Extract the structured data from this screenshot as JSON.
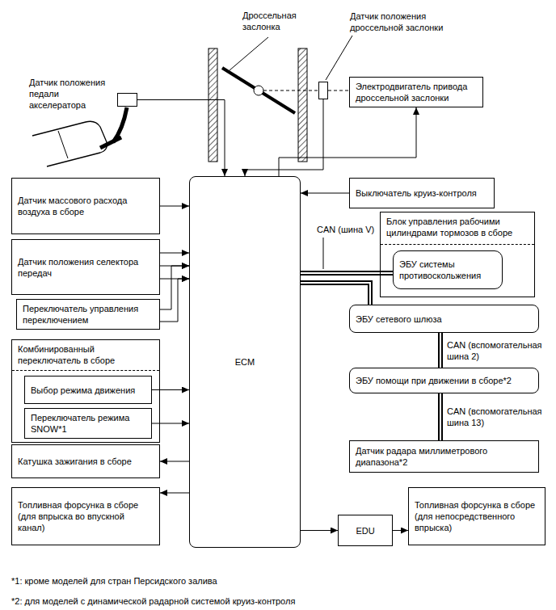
{
  "diagram": {
    "nodes": [
      {
        "text": [
          "Датчик положения дроссельной заслонки"
        ]
      },
      {
        "text": [
          "Электродвигатель привода дроссельной заслонки"
        ]
      },
      {
        "text": [
          "Датчик положения педали акселератора"
        ]
      },
      {
        "text": [
          "Датчик массового расхода воздуха в сборе"
        ]
      },
      {
        "text": [
          "Выключатель круиз-контроля"
        ]
      },
      {
        "text": [
          "ECM"
        ]
      },
      {
        "text": [
          "Блок управления рабочими цилиндрами тормозов в сборе"
        ]
      },
      {
        "text": [
          "ЭБУ системы противоскольжения"
        ],
        "in": 6
      },
      {
        "text": [
          "Датчик положения селектора передач"
        ]
      },
      {
        "text": [
          "Переключатель управления переключением"
        ]
      },
      {
        "text": [
          "ЭБУ сетевого шлюза"
        ]
      },
      {
        "text": [
          "Комбинированный переключатель в сборе"
        ]
      },
      {
        "text": [
          "Выбор режима движения"
        ],
        "in": 11
      },
      {
        "text": [
          "Переключатель режима SNOW*1"
        ],
        "in": 11
      },
      {
        "text": [
          "ЭБУ помощи при движении в сборе*2"
        ]
      },
      {
        "text": [
          "Датчик радара миллиметрового диапазона*2"
        ]
      },
      {
        "text": [
          "Катушка зажигания в сборе"
        ]
      },
      {
        "text": [
          "Топливная форсунка в сборе (для впрыска во впускной канал)"
        ]
      },
      {
        "text": [
          "EDU"
        ]
      },
      {
        "text": [
          "Топливная форсунка в сборе (для непосредственного впрыска)"
        ]
      }
    ],
    "edges": [
      {
        "from": 0,
        "to": 5,
        "arrow": "to"
      },
      {
        "from": 0,
        "to": 1,
        "arrow": "none"
      },
      {
        "from": 5,
        "to": 1,
        "arrow": "to"
      },
      {
        "from": 2,
        "to": 5,
        "arrow": "to"
      },
      {
        "from": 3,
        "to": 5,
        "arrow": "to"
      },
      {
        "from": 4,
        "to": 5,
        "arrow": "to"
      },
      {
        "from": 8,
        "to": 5,
        "arrow": "to"
      },
      {
        "from": 9,
        "to": 5,
        "arrow": "to"
      },
      {
        "from": 5,
        "to": 7,
        "arrow": "none"
      },
      {
        "from": 5,
        "to": 10,
        "arrow": "none"
      },
      {
        "from": 10,
        "to": 14,
        "label": "CAN (вспомогательная шина 2)",
        "arrow": "none"
      },
      {
        "from": 14,
        "to": 15,
        "label": "CAN (вспомогательная шина 13)",
        "arrow": "none"
      },
      {
        "from": 12,
        "to": 5,
        "arrow": "to"
      },
      {
        "from": 13,
        "to": 5,
        "arrow": "to"
      },
      {
        "from": 5,
        "to": 16,
        "arrow": "to"
      },
      {
        "from": 5,
        "to": 17,
        "arrow": "to"
      },
      {
        "from": 5,
        "to": 18,
        "arrow": "to"
      },
      {
        "from": 18,
        "to": 19,
        "arrow": "to"
      }
    ],
    "labels": [
      "Дроссельная заслонка",
      "CAN (шина V)",
      "*1: кроме моделей для стран Персидского залива",
      "*2: для моделей с динамической радарной системой круиз-контроля"
    ]
  }
}
